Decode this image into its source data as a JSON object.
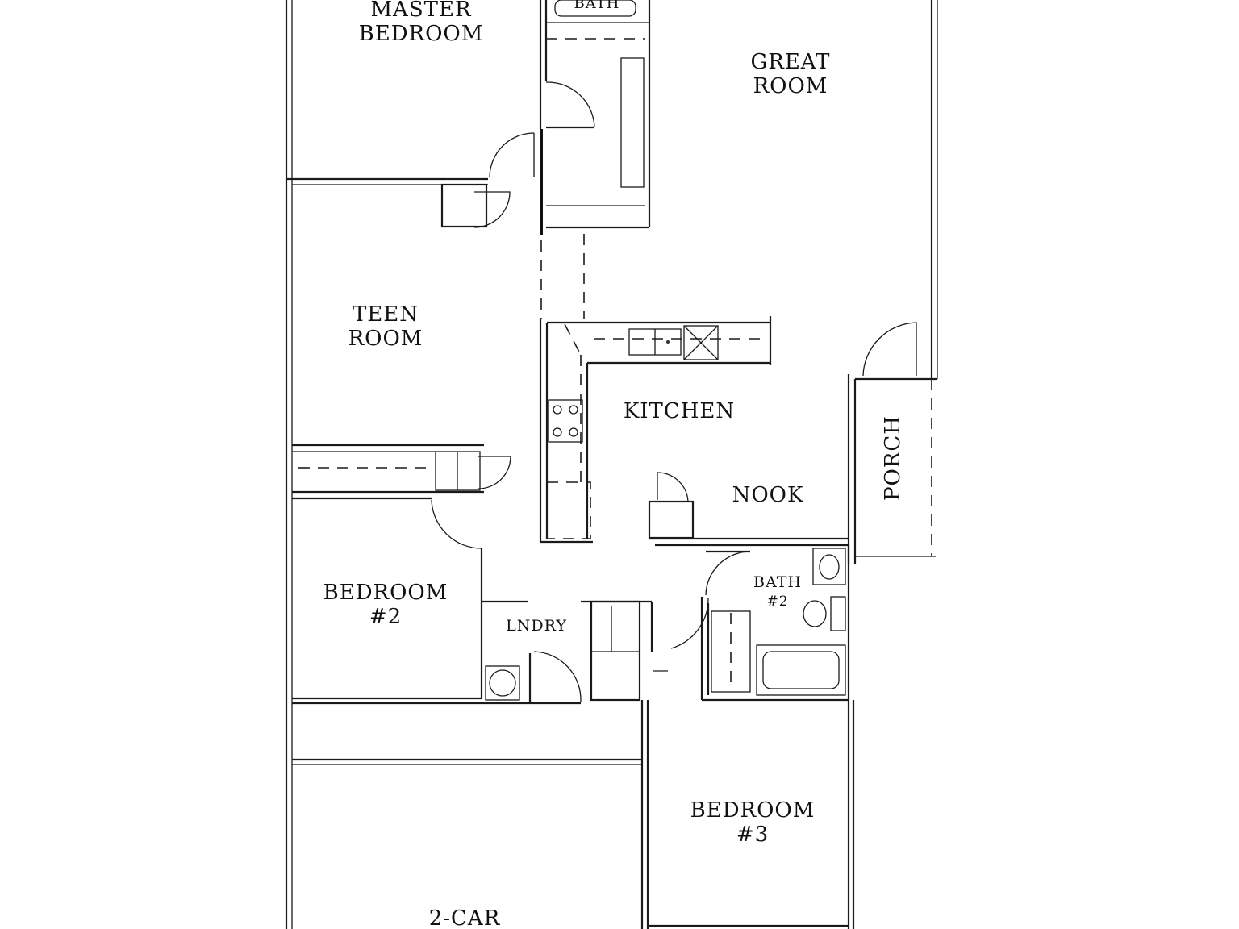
{
  "rooms": {
    "master_bedroom": [
      "MASTER",
      "BEDROOM"
    ],
    "bath_master": "BATH",
    "great_room": [
      "GREAT",
      "ROOM"
    ],
    "teen_room": [
      "TEEN",
      "ROOM"
    ],
    "kitchen": "KITCHEN",
    "nook": "NOOK",
    "porch": "PORCH",
    "bedroom2": [
      "BEDROOM",
      "#2"
    ],
    "laundry": "LNDRY",
    "bath2": [
      "BATH",
      "#2"
    ],
    "bedroom3": [
      "BEDROOM",
      "#3"
    ],
    "garage": "2-CAR"
  }
}
